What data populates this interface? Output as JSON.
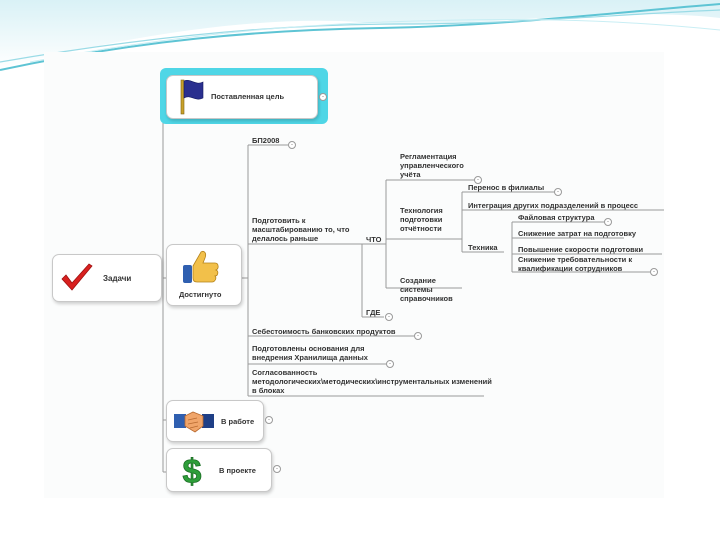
{
  "root": {
    "label": "Задачи",
    "icon": "red-checkmark-icon"
  },
  "branches": {
    "goal": {
      "label": "Поставленная цель",
      "icon": "blue-flag-icon"
    },
    "achieved": {
      "label": "Достигнуто",
      "icon": "thumbs-up-icon"
    },
    "in_progress": {
      "label": "В работе",
      "icon": "handshake-icon"
    },
    "in_project": {
      "label": "В проекте",
      "icon": "dollar-icon"
    }
  },
  "achieved_items": {
    "bp2008": "БП2008",
    "prepare": "Подготовить к масштабированию то, что делалось раньше",
    "what": "ЧТО",
    "where": "ГДЕ",
    "cost": "Себестоимость банковских продуктов",
    "basis": "Подготовлены основания для внедрения Хранилища данных",
    "consistency": "Согласованность методологических\\методических\\инструментальных изменений в блоках"
  },
  "what_items": {
    "regulation": "Регламентация управленческого учёта",
    "tech": "Технология подготовки отчётности",
    "reference": "Создание системы справочников"
  },
  "tech_items": {
    "branches": "Перенос в филиалы",
    "integration": "Интеграция других подразделений в процесс",
    "technique": "Техника"
  },
  "technique_items": {
    "files": "Файловая структура",
    "costs": "Снижение затрат на подготовку",
    "speed": "Повышение скорости подготовки",
    "qualification": "Снижение требовательности к квалификации сотрудников"
  },
  "colors": {
    "accent": "#5ec4d4",
    "highlight": "#4fd6e6",
    "line": "#9a9a9a",
    "check": "#d8201f",
    "dollar": "#2e9e3a",
    "flag": "#2a2f8f"
  }
}
